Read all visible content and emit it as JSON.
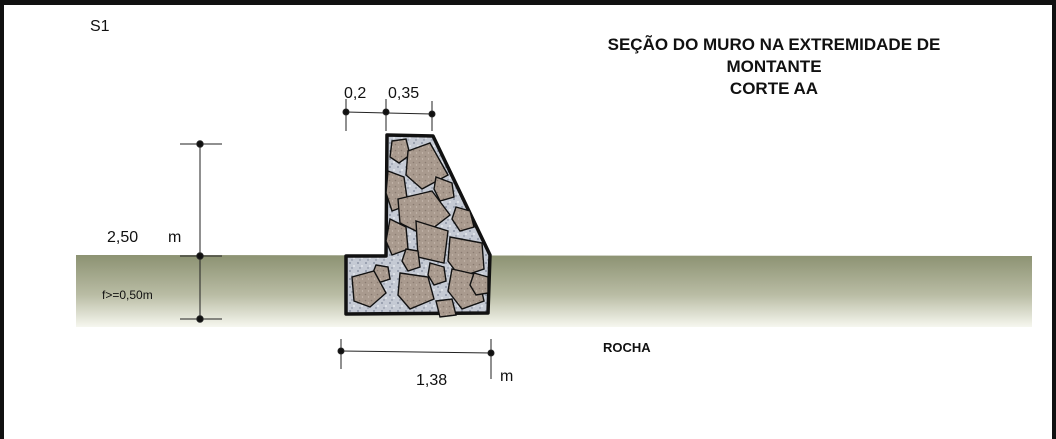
{
  "sheet_id": "S1",
  "title": {
    "line1": "SEÇÃO DO MURO NA EXTREMIDADE DE",
    "line2": "MONTANTE",
    "line3": "CORTE AA"
  },
  "dimensions": {
    "top_left_width": "0,2",
    "top_right_width": "0,35",
    "height_value": "2,50",
    "height_unit": "m",
    "foundation_note": "f>=0,50m",
    "base_value": "1,38",
    "base_unit": "m"
  },
  "ground_label": "ROCHA",
  "colors": {
    "ground_top": "#8c9272",
    "ground_bottom": "#f4f5ec",
    "concrete": "#c9cdd6",
    "stone": "#a8988c",
    "outline": "#111111"
  }
}
